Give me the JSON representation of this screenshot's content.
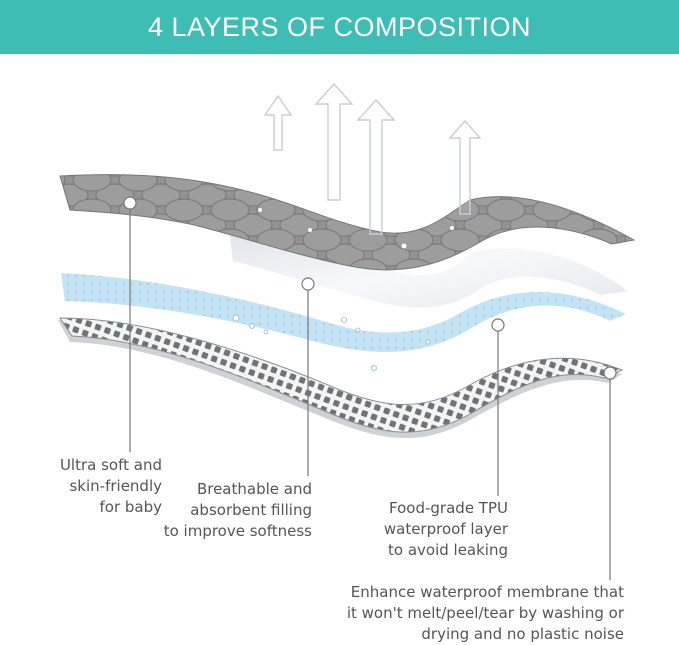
{
  "banner": {
    "title": "4 LAYERS OF COMPOSITION",
    "background_color": "#3dbdb4"
  },
  "callouts": [
    {
      "lines": [
        "Ultra soft and",
        "skin-friendly",
        "for baby"
      ]
    },
    {
      "lines": [
        "Breathable and",
        "absorbent filling",
        "to improve softness"
      ]
    },
    {
      "lines": [
        "Food-grade TPU",
        "waterproof layer",
        "to avoid leaking"
      ]
    },
    {
      "lines": [
        "Enhance waterproof membrane that",
        "it won't melt/peel/tear by washing or",
        "drying and no plastic noise"
      ]
    }
  ],
  "layers": [
    {
      "name": "quilted-top-layer",
      "color": "#8e8e8e"
    },
    {
      "name": "filling-layer",
      "color": "#eef0f3"
    },
    {
      "name": "tpu-layer",
      "color": "#bfe0f2"
    },
    {
      "name": "bottom-membrane-layer",
      "color": "#6f6f6f"
    }
  ]
}
